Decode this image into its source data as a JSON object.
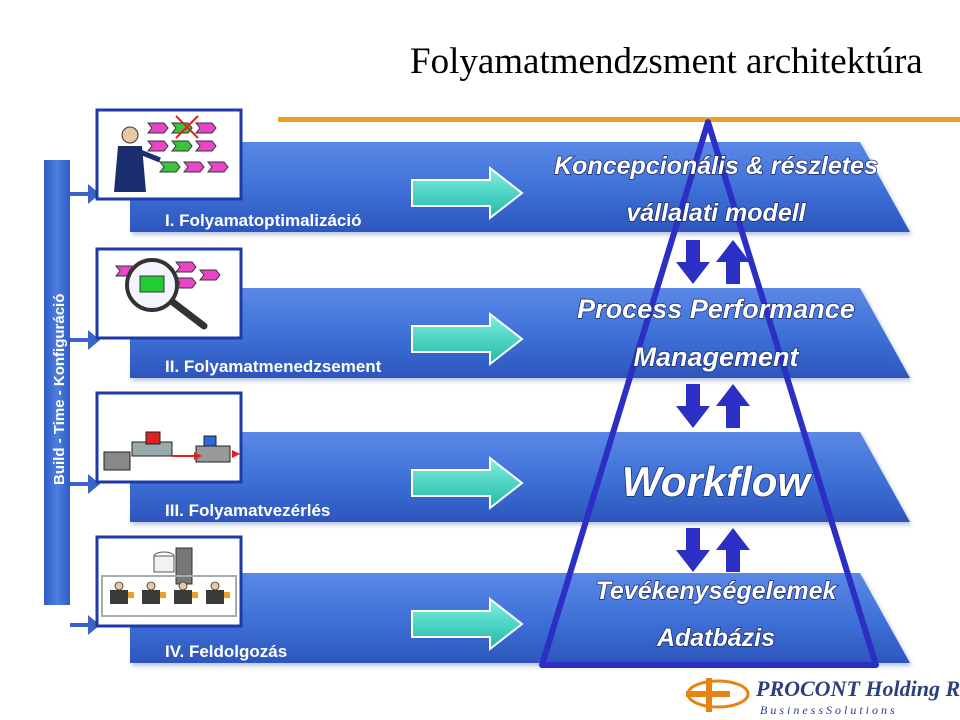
{
  "title": "Folyamatmendzsment architektúra",
  "side_label": "Build - Time - Konfiguráció",
  "bands": [
    {
      "label": "I. Folyamatoptimalizáció"
    },
    {
      "label": "II. Folyamatmenedzsement"
    },
    {
      "label": "III. Folyamatvezérlés"
    },
    {
      "label": "IV. Feldolgozás"
    }
  ],
  "pyramid_levels": [
    {
      "lines": [
        "Koncepcionális & részletes",
        "vállalati modell"
      ]
    },
    {
      "lines": [
        "Process Performance",
        "Management"
      ]
    },
    {
      "lines": [
        "Workflow"
      ]
    },
    {
      "lines": [
        "Tevékenységelemek",
        "Adatbázis"
      ]
    }
  ],
  "logo": {
    "name": "PROCONT Holding Rt.",
    "tagline": "B u s i n e s s   S o l u t i o n s"
  },
  "colors": {
    "band": "#3d6fd6",
    "band_dark": "#2a4fae",
    "arrow_fill": "#3cd6c4",
    "pyramid_stroke": "#2b2fc4",
    "orange_rule": "#f0a020",
    "connector": "#3a63c8"
  }
}
